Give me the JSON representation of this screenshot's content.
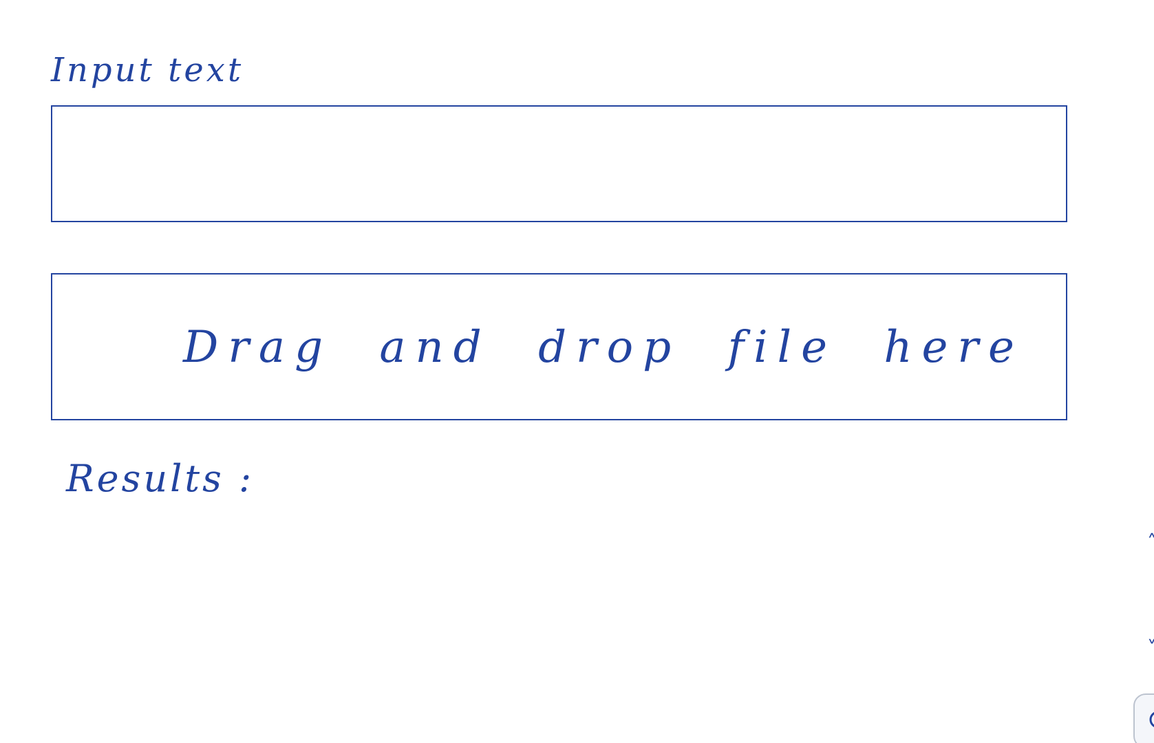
{
  "form": {
    "input_label": "Input text",
    "input_value": "",
    "dropzone_label": "Drag and drop file here",
    "results_label": "Results :"
  },
  "icons": {
    "up_chevron": "chevron-up-icon",
    "down_chevron": "chevron-down-icon",
    "edge_button": "circle-icon"
  },
  "colors": {
    "ink": "#2344a0",
    "background": "#ffffff",
    "edge_button_border": "#bcc3cf"
  }
}
